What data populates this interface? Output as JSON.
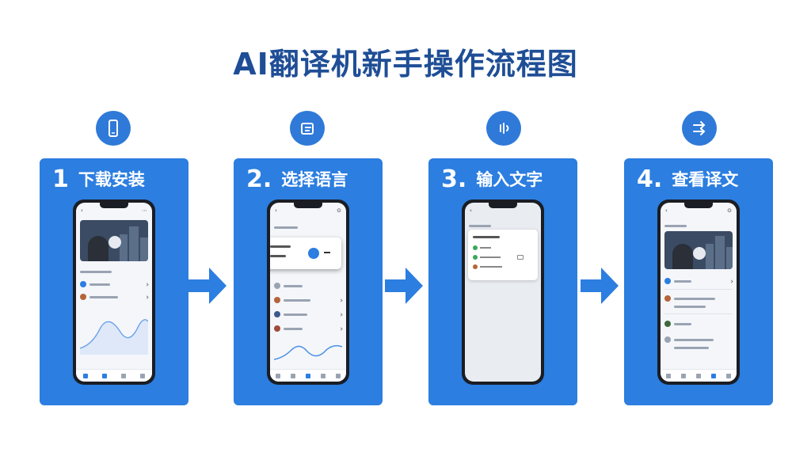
{
  "title": "AI翻译机新手操作流程图",
  "steps": [
    {
      "number": "1",
      "label": "下载安装",
      "icon": "phone-icon"
    },
    {
      "number": "2.",
      "label": "选择语言",
      "icon": "language-switch-icon"
    },
    {
      "number": "3.",
      "label": "输入文字",
      "icon": "voice-icon"
    },
    {
      "number": "4.",
      "label": "查看译文",
      "icon": "translate-arrows-icon"
    }
  ],
  "colors": {
    "title": "#1f4e96",
    "accent": "#2c7ee0",
    "icon_circle": "#2f7ad8"
  }
}
